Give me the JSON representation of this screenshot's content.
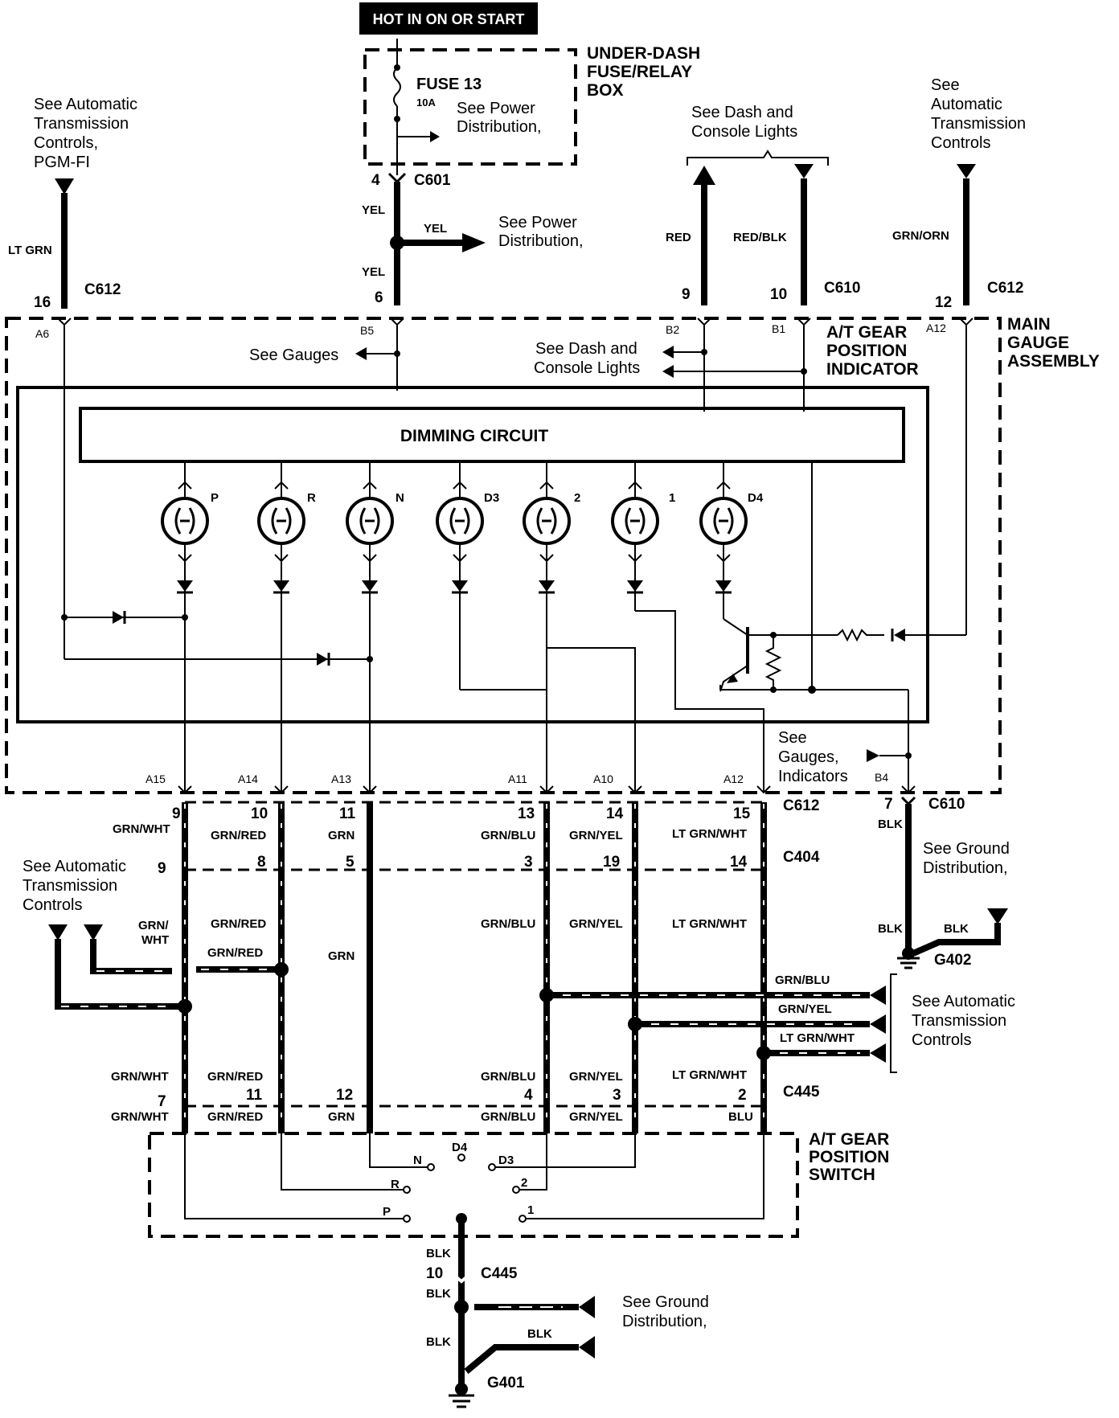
{
  "top_label": "HOT IN ON OR START",
  "fuse_box": {
    "title_lines": [
      "UNDER-DASH",
      "FUSE/RELAY",
      "BOX"
    ],
    "fuse_name": "FUSE 13",
    "fuse_rating": "10A",
    "ref_lines": [
      "See Power",
      "Distribution,"
    ]
  },
  "refs": {
    "at_pgmfi": [
      "See Automatic",
      "Transmission",
      "Controls,",
      "PGM-FI"
    ],
    "dash_console_top": [
      "See Dash and",
      "Console Lights"
    ],
    "at_top_right": [
      "See",
      "Automatic",
      "Transmission",
      "Controls"
    ],
    "power_dist": [
      "See Power",
      "Distribution,"
    ],
    "gauges": "See Gauges",
    "dash_console_mid": [
      "See Dash and",
      "Console Lights"
    ],
    "gauges_indicators": [
      "See",
      "Gauges,",
      "Indicators"
    ],
    "ground_right": [
      "See Ground",
      "Distribution,"
    ],
    "at_left": [
      "See Automatic",
      "Transmission",
      "Controls"
    ],
    "at_right": [
      "See Automatic",
      "Transmission",
      "Controls"
    ],
    "ground_bottom": [
      "See Ground",
      "Distribution,"
    ]
  },
  "assembly": {
    "title_lines": [
      "MAIN",
      "GAUGE",
      "ASSEMBLY"
    ],
    "indicator_lines": [
      "A/T GEAR",
      "POSITION",
      "INDICATOR"
    ],
    "dimming": "DIMMING CIRCUIT",
    "bulbs": [
      "P",
      "R",
      "N",
      "D3",
      "2",
      "1",
      "D4"
    ]
  },
  "switch": {
    "title_lines": [
      "A/T GEAR",
      "POSITION",
      "SWITCH"
    ],
    "positions": [
      "P",
      "R",
      "N",
      "D4",
      "D3",
      "2",
      "1"
    ]
  },
  "connectors": {
    "c601": "C601",
    "c612": "C612",
    "c610": "C610",
    "c404": "C404",
    "c445": "C445",
    "g402": "G402",
    "g401": "G401"
  },
  "wire_colors": {
    "lt_grn": "LT GRN",
    "yel": "YEL",
    "red": "RED",
    "red_blk": "RED/BLK",
    "grn_orn": "GRN/ORN",
    "grn_wht": "GRN/WHT",
    "grn_red": "GRN/RED",
    "grn": "GRN",
    "grn_blu": "GRN/BLU",
    "grn_yel": "GRN/YEL",
    "lt_grn_wht": "LT GRN/WHT",
    "blk": "BLK",
    "blu": "BLU",
    "grn_wht_split": [
      "GRN/",
      "WHT"
    ]
  },
  "pins": {
    "c601_4": "4",
    "yel_6": "6",
    "c610_9": "9",
    "c610_10": "10",
    "c612_16": "16",
    "c612_12": "12",
    "a6": "A6",
    "b5": "B5",
    "b2": "B2",
    "b1": "B1",
    "a12_top": "A12",
    "a15": "A15",
    "a14": "A14",
    "a13": "A13",
    "a11": "A11",
    "a10": "A10",
    "a12_bot": "A12",
    "b4": "B4",
    "c612_row": [
      "9",
      "10",
      "11",
      "13",
      "14",
      "15"
    ],
    "c404_row": [
      "9",
      "8",
      "5",
      "3",
      "19",
      "14"
    ],
    "c445_row": [
      "7",
      "11",
      "12",
      "4",
      "3",
      "2"
    ],
    "c610_7": "7",
    "c445_10": "10"
  }
}
